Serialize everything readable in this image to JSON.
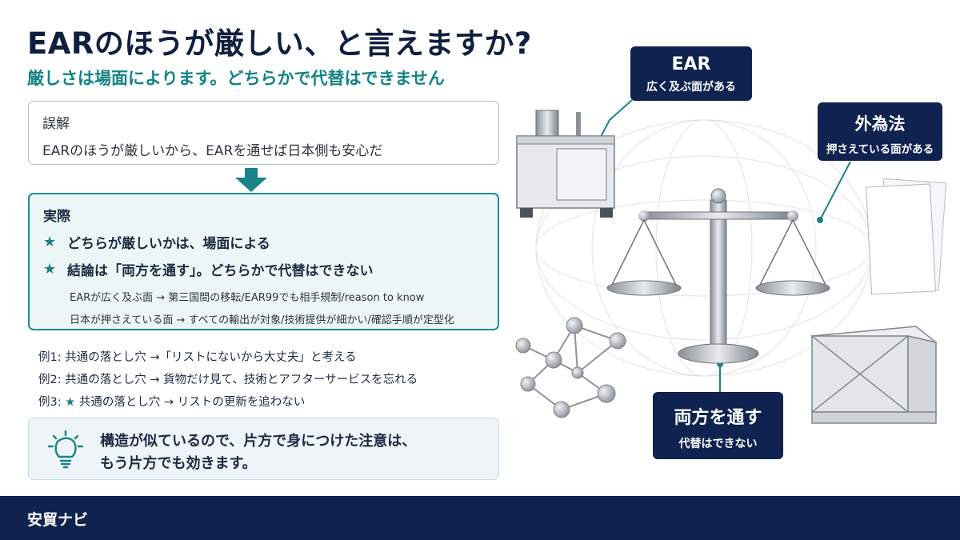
{
  "header": {
    "title": "EARのほうが厳しい、と言えますか?",
    "subtitle": "厳しさは場面によります。どちらかで代替はできません"
  },
  "misconception": {
    "heading": "誤解",
    "text": "EARのほうが厳しいから、EARを通せば日本側も安心だ"
  },
  "reality": {
    "heading": "実際",
    "points": [
      "どちらが厳しいかは、場面による",
      "結論は「両方を通す」。どちらかで代替はできない"
    ],
    "details": [
      "EARが広く及ぶ面 → 第三国間の移転/EAR99でも相手規制/reason to know",
      "日本が押さえている面 → すべての輸出が対象/技術提供が細かい/確認手順が定型化"
    ]
  },
  "examples": [
    {
      "label": "例1:",
      "star": "",
      "text": "共通の落とし穴 →「リストにないから大丈夫」と考える"
    },
    {
      "label": "例2:",
      "star": "",
      "text": "共通の落とし穴 → 貨物だけ見て、技術とアフターサービスを忘れる"
    },
    {
      "label": "例3:",
      "star": "★",
      "text": "共通の落とし穴 → リストの更新を追わない"
    }
  ],
  "tip": {
    "icon": "lightbulb-icon",
    "line1": "構造が似ているので、片方で身につけた注意は、",
    "line2": "もう片方でも効きます。"
  },
  "callouts": {
    "ear": {
      "title": "EAR",
      "sub": "広く及ぶ面がある"
    },
    "gaitame": {
      "title": "外為法",
      "sub": "押さえている面がある"
    },
    "both": {
      "title": "両方を通す",
      "sub": "代替はできない"
    }
  },
  "footer": {
    "brand": "安貿ナビ"
  },
  "colors": {
    "navy": "#0f2250",
    "teal": "#1a8386",
    "fact_bg": "#edf6f6",
    "tip_bg": "#eef4f8"
  }
}
